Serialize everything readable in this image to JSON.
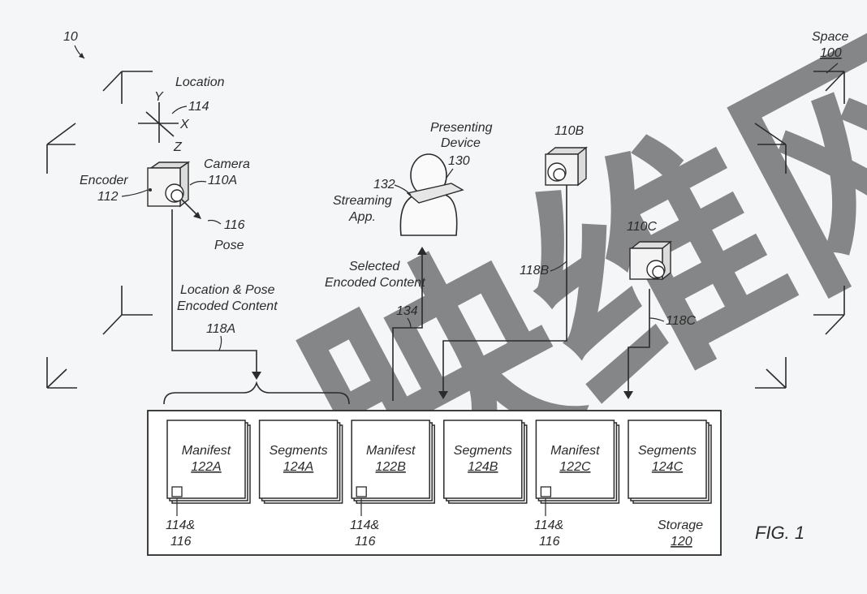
{
  "figure": {
    "ref_number": "10",
    "fig_label": "FIG. 1",
    "space": {
      "label": "Space",
      "number": "100"
    }
  },
  "camera_a": {
    "location_label": "Location",
    "location_ref": "114",
    "axes": {
      "x": "X",
      "y": "Y",
      "z": "Z"
    },
    "camera_label": "Camera",
    "camera_ref": "110A",
    "encoder_label": "Encoder",
    "encoder_ref": "112",
    "pose_ref": "116",
    "pose_label": "Pose"
  },
  "camera_b": {
    "ref": "110B",
    "link_ref": "118B"
  },
  "camera_c": {
    "ref": "110C",
    "link_ref": "118C"
  },
  "presenting_device": {
    "label_line1": "Presenting",
    "label_line2": "Device",
    "ref": "130",
    "app_ref": "132",
    "app_label_line1": "Streaming",
    "app_label_line2": "App."
  },
  "flows": {
    "encoded_line1": "Location & Pose",
    "encoded_line2": "Encoded Content",
    "encoded_ref": "118A",
    "selected_line1": "Selected",
    "selected_line2": "Encoded Content",
    "selected_ref": "134"
  },
  "storage": {
    "label": "Storage",
    "ref": "120",
    "items": [
      {
        "title": "Manifest",
        "ref": "122A",
        "marker": true
      },
      {
        "title": "Segments",
        "ref": "124A",
        "marker": false
      },
      {
        "title": "Manifest",
        "ref": "122B",
        "marker": true
      },
      {
        "title": "Segments",
        "ref": "124B",
        "marker": false
      },
      {
        "title": "Manifest",
        "ref": "122C",
        "marker": true
      },
      {
        "title": "Segments",
        "ref": "124C",
        "marker": false
      }
    ],
    "marker_labels": [
      {
        "line1": "114&",
        "line2": "116"
      },
      {
        "line1": "114&",
        "line2": "116"
      },
      {
        "line1": "114&",
        "line2": "116"
      }
    ]
  },
  "watermark": {
    "text": "映维网"
  }
}
